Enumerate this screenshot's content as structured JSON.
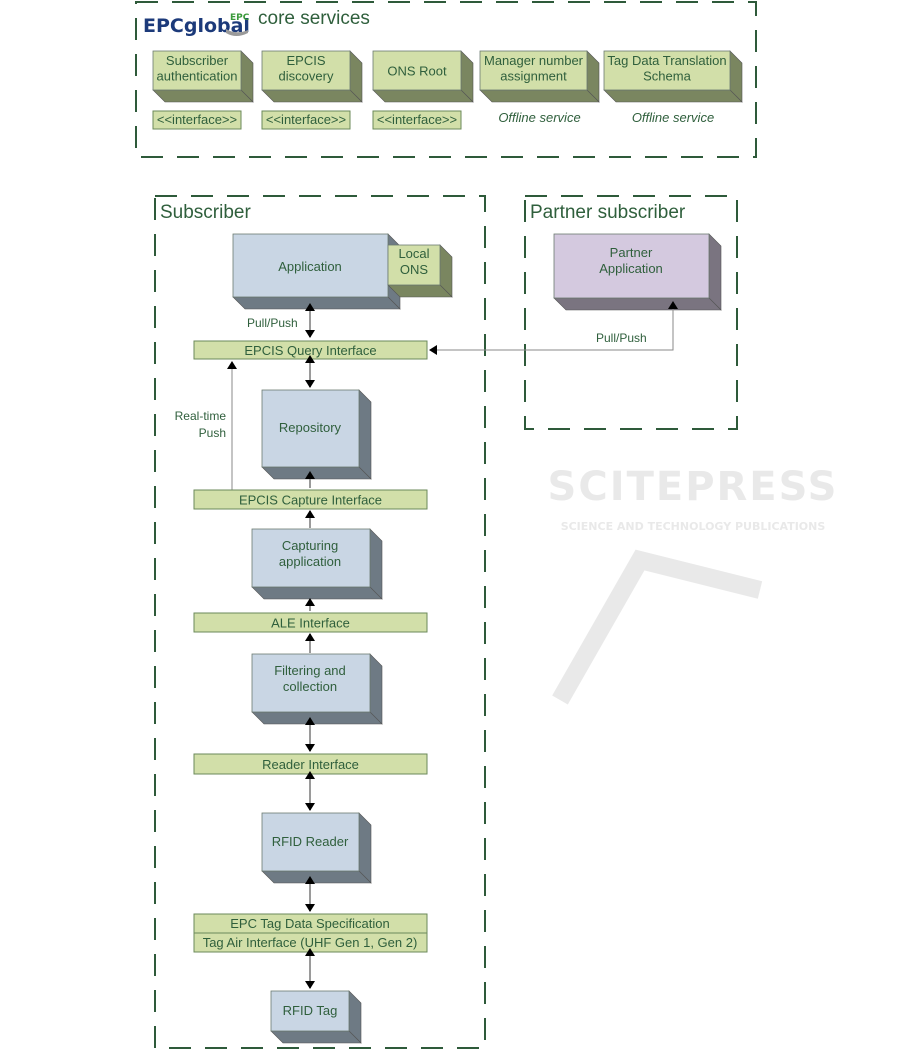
{
  "watermark": {
    "line1": "SCITEPRESS",
    "line2": "SCIENCE AND TECHNOLOGY PUBLICATIONS"
  },
  "core_services": {
    "logo_text": "EPCglobal",
    "logo_mark": "EPC",
    "title": "core services",
    "services": [
      {
        "line1": "Subscriber",
        "line2": "authentication",
        "note": "<<interface>>",
        "note_type": "interface"
      },
      {
        "line1": "EPCIS",
        "line2": "discovery",
        "note": "<<interface>>",
        "note_type": "interface"
      },
      {
        "line1": "ONS Root",
        "line2": "",
        "note": "<<interface>>",
        "note_type": "interface"
      },
      {
        "line1": "Manager number",
        "line2": "assignment",
        "note": "Offline service",
        "note_type": "offline"
      },
      {
        "line1": "Tag Data Translation",
        "line2": "Schema",
        "note": "Offline service",
        "note_type": "offline"
      }
    ]
  },
  "subscriber": {
    "title": "Subscriber",
    "application": "Application",
    "local_ons": {
      "line1": "Local",
      "line2": "ONS"
    },
    "pull_push": "Pull/Push",
    "epcis_query_interface": "EPCIS Query Interface",
    "realtime_push": {
      "line1": "Real-time",
      "line2": "Push"
    },
    "repository": "Repository",
    "epcis_capture_interface": "EPCIS Capture Interface",
    "capturing_application": {
      "line1": "Capturing",
      "line2": "application"
    },
    "ale_interface": "ALE Interface",
    "filtering": {
      "line1": "Filtering and",
      "line2": "collection"
    },
    "reader_interface": "Reader Interface",
    "rfid_reader": "RFID Reader",
    "tag_data_spec": "EPC Tag Data Specification",
    "tag_air_interface": "Tag Air Interface (UHF Gen 1, Gen 2)",
    "rfid_tag": "RFID Tag"
  },
  "partner": {
    "title": "Partner subscriber",
    "application": {
      "line1": "Partner",
      "line2": "Application"
    },
    "pull_push": "Pull/Push"
  },
  "colors": {
    "green_face": "#d2dfa9",
    "green_side": "#7a8660",
    "blue_face": "#c9d6e4",
    "blue_side": "#6e7a84",
    "purple_face": "#d4c9df",
    "purple_side": "#7a7480",
    "dash": "#2e5a3a",
    "text": "#2f5f3c"
  }
}
